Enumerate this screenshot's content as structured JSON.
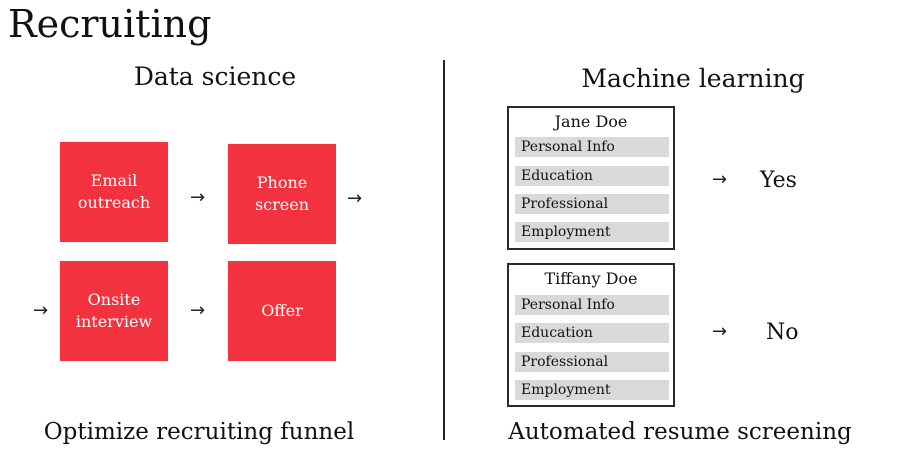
{
  "page_title": "Recruiting",
  "left_section": {
    "heading": "Data science",
    "caption": "Optimize recruiting funnel",
    "stages": [
      {
        "label": "Email\noutreach"
      },
      {
        "label": "Phone\nscreen"
      },
      {
        "label": "Onsite\ninterview"
      },
      {
        "label": "Offer"
      }
    ],
    "arrow_glyph": "→"
  },
  "right_section": {
    "heading": "Machine learning",
    "caption": "Automated resume screening",
    "arrow_glyph": "→",
    "candidates": [
      {
        "name": "Jane Doe",
        "fields": [
          "Personal Info",
          "Education",
          "Professional",
          "Employment"
        ],
        "decision": "Yes"
      },
      {
        "name": "Tiffany Doe",
        "fields": [
          "Personal Info",
          "Education",
          "Professional",
          "Employment"
        ],
        "decision": "No"
      }
    ]
  }
}
